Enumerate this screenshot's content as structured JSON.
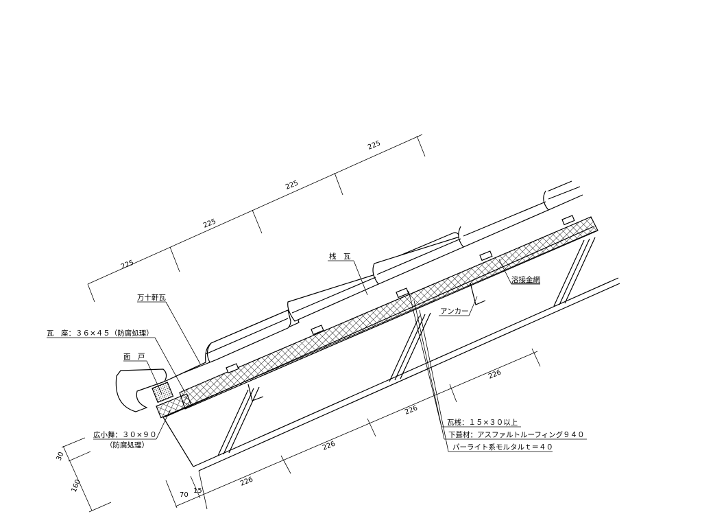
{
  "dimensions": {
    "top_spacing": [
      "225",
      "225",
      "225",
      "225"
    ],
    "bottom_spacing": [
      "226",
      "226",
      "226",
      "226"
    ],
    "bottom_left_a": "70",
    "bottom_left_b": "15",
    "left_vertical_a": "30",
    "left_vertical_b": "160"
  },
  "labels": {
    "sangawara": "桟　瓦",
    "manjunokigawara": "万十軒瓦",
    "kawaraza": "瓦　座：３６×４５（防腐処理）",
    "mendo": "面　戸",
    "hirokomai": "広小舞：３０×９０",
    "hirokomai_note": "（防腐処理）",
    "yosetsu_kanaami": "溶接金網",
    "anchor": "アンカー",
    "kawarasan": "瓦桟：１５×３０以上",
    "shitabuki": "下葺材：アスファルトルーフィング９４０",
    "perlite": "パーライト系モルタルｔ＝４０"
  }
}
